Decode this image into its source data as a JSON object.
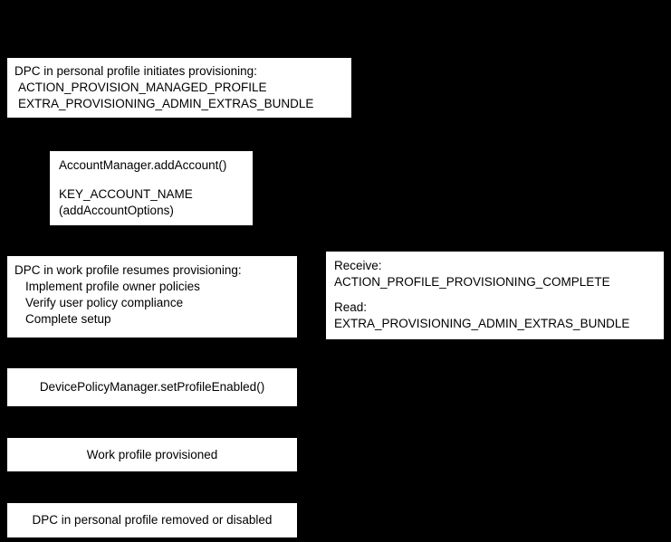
{
  "colors": {
    "canvas_background": "#000000",
    "box_background": "#ffffff",
    "box_text": "#000000"
  },
  "boxes": {
    "initiate": {
      "line1": "DPC in personal profile initiates provisioning:",
      "line2": "ACTION_PROVISION_MANAGED_PROFILE",
      "line3": "EXTRA_PROVISIONING_ADMIN_EXTRAS_BUNDLE"
    },
    "add_account": {
      "line1": "AccountManager.addAccount()",
      "line2": "KEY_ACCOUNT_NAME",
      "line3": "(addAccountOptions)"
    },
    "resume": {
      "line1": "DPC in work profile resumes provisioning:",
      "line2": "Implement profile owner policies",
      "line3": "Verify user policy compliance",
      "line4": "Complete setup"
    },
    "receive": {
      "line1": "Receive:",
      "line2": "ACTION_PROFILE_PROVISIONING_COMPLETE",
      "line3": "Read:",
      "line4": "EXTRA_PROVISIONING_ADMIN_EXTRAS_BUNDLE"
    },
    "set_profile_enabled": {
      "line1": "DevicePolicyManager.setProfileEnabled()"
    },
    "work_profile_provisioned": {
      "line1": "Work profile provisioned"
    },
    "dpc_removed": {
      "line1": "DPC in personal profile removed or disabled"
    }
  }
}
